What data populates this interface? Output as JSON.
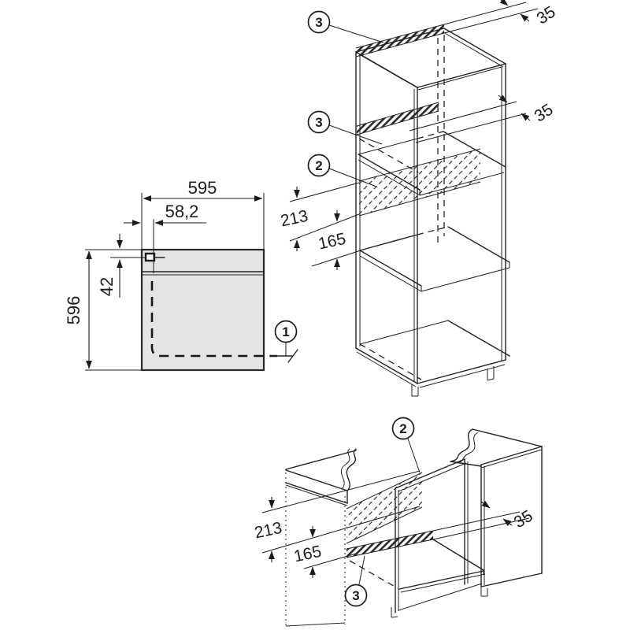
{
  "diagram": {
    "title": "appliance-installation-diagram",
    "front_view": {
      "dim_width": "595",
      "dim_offset": "58,2",
      "dim_top": "42",
      "dim_height": "596",
      "callout_door": "1"
    },
    "tall_unit": {
      "dim_gap_top": "35",
      "dim_gap_shelf": "35",
      "dim_cutout": "213",
      "dim_below": "165",
      "callout_vent_top": "3",
      "callout_vent_shelf": "3",
      "callout_cutout": "2"
    },
    "base_unit": {
      "dim_cutout": "213",
      "dim_below": "165",
      "dim_gap_rear": "35",
      "callout_cutout": "2",
      "callout_vent_bottom": "3"
    },
    "colors": {
      "line": "#1c1c1c",
      "appliance_fill": "#e4e4e4"
    }
  }
}
